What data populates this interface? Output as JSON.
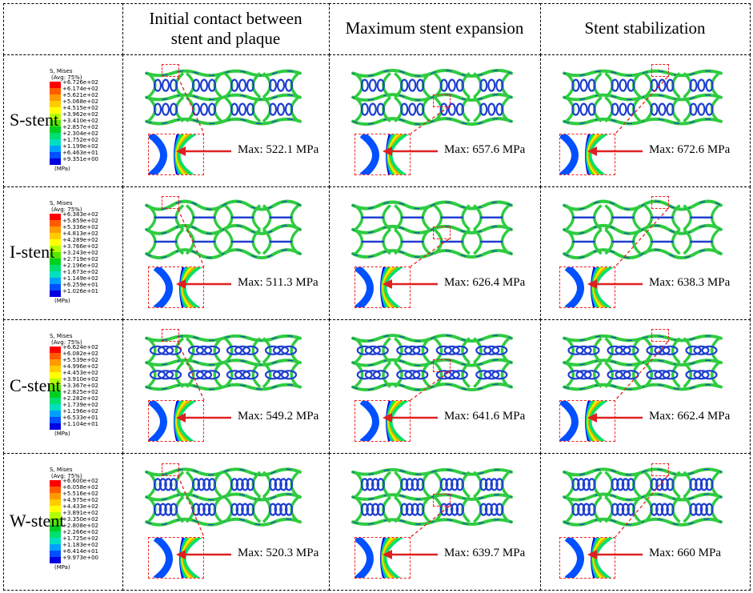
{
  "columns": [
    "Initial contact between\nstent and plaque",
    "Maximum stent expansion",
    "Stent stabilization"
  ],
  "rows": [
    {
      "label": "S-stent",
      "legend": {
        "title1": "S, Mises",
        "title2": "(Avg: 75%)",
        "values": [
          "+6.726e+02",
          "+6.174e+02",
          "+5.621e+02",
          "+5.068e+02",
          "+4.515e+02",
          "+3.962e+02",
          "+3.410e+02",
          "+2.857e+02",
          "+2.304e+02",
          "+1.752e+02",
          "+1.199e+02",
          "+6.463e+01",
          "+9.351e+00"
        ],
        "unit": "(MPa)"
      },
      "max": [
        "Max: 522.1 MPa",
        "Max: 657.6 MPa",
        "Max: 672.6 MPa"
      ]
    },
    {
      "label": "I-stent",
      "legend": {
        "title1": "S, Mises",
        "title2": "(Avg: 75%)",
        "values": [
          "+6.383e+02",
          "+5.859e+02",
          "+5.336e+02",
          "+4.813e+02",
          "+4.289e+02",
          "+3.766e+02",
          "+3.243e+02",
          "+2.719e+02",
          "+2.196e+02",
          "+1.673e+02",
          "+1.149e+02",
          "+6.259e+01",
          "+1.026e+01"
        ],
        "unit": "(MPa)"
      },
      "max": [
        "Max: 511.3 MPa",
        "Max: 626.4 MPa",
        "Max: 638.3 MPa"
      ]
    },
    {
      "label": "C-stent",
      "legend": {
        "title1": "S, Mises",
        "title2": "(Avg: 75%)",
        "values": [
          "+6.624e+02",
          "+6.082e+02",
          "+5.539e+02",
          "+4.996e+02",
          "+4.453e+02",
          "+3.910e+02",
          "+3.367e+02",
          "+2.825e+02",
          "+2.282e+02",
          "+1.739e+02",
          "+1.196e+02",
          "+6.533e+01",
          "+1.104e+01"
        ],
        "unit": "(MPa)"
      },
      "max": [
        "Max: 549.2 MPa",
        "Max: 641.6 MPa",
        "Max: 662.4 MPa"
      ]
    },
    {
      "label": "W-stent",
      "legend": {
        "title1": "S, Mises",
        "title2": "(Avg: 75%)",
        "values": [
          "+6.600e+02",
          "+6.058e+02",
          "+5.516e+02",
          "+4.975e+02",
          "+4.433e+02",
          "+3.891e+02",
          "+3.350e+02",
          "+2.808e+02",
          "+2.266e+02",
          "+1.725e+02",
          "+1.183e+02",
          "+6.414e+01",
          "+9.973e+00"
        ],
        "unit": "(MPa)"
      },
      "max": [
        "Max: 520.3 MPa",
        "Max: 639.7 MPa",
        "Max: 660 MPa"
      ]
    }
  ],
  "colors": {
    "scale": [
      "#ff0000",
      "#ff5a00",
      "#ff9900",
      "#ffcc00",
      "#ffff00",
      "#b3ff00",
      "#55e800",
      "#00d020",
      "#00e070",
      "#00e0c0",
      "#00a0ff",
      "#0050ff",
      "#0000e0"
    ],
    "stent_green": "#2ecc40",
    "stent_blue": "#1f3fd0",
    "zoom_border": "#e22222",
    "arrow": "#e02020"
  }
}
